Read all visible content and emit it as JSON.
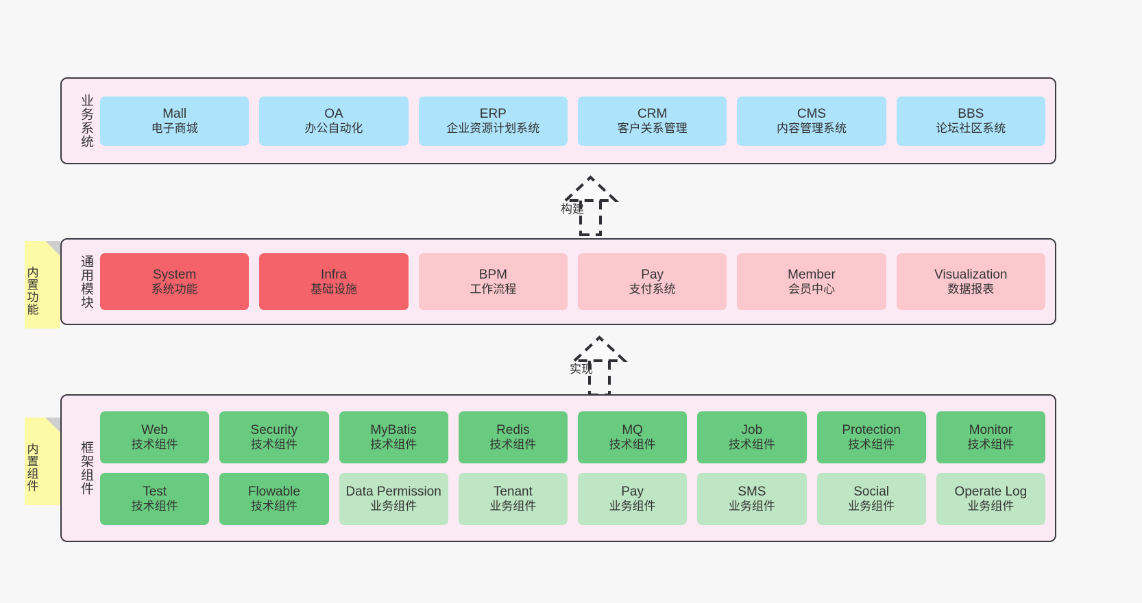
{
  "layers": {
    "business": {
      "title": "业务系统",
      "cells": [
        {
          "en": "Mall",
          "cn": "电子商城"
        },
        {
          "en": "OA",
          "cn": "办公自动化"
        },
        {
          "en": "ERP",
          "cn": "企业资源计划系统"
        },
        {
          "en": "CRM",
          "cn": "客户关系管理"
        },
        {
          "en": "CMS",
          "cn": "内容管理系统"
        },
        {
          "en": "BBS",
          "cn": "论坛社区系统"
        }
      ]
    },
    "modules": {
      "title": "通用模块",
      "sticky": "内置功能",
      "cells": [
        {
          "en": "System",
          "cn": "系统功能"
        },
        {
          "en": "Infra",
          "cn": "基础设施"
        },
        {
          "en": "BPM",
          "cn": "工作流程"
        },
        {
          "en": "Pay",
          "cn": "支付系统"
        },
        {
          "en": "Member",
          "cn": "会员中心"
        },
        {
          "en": "Visualization",
          "cn": "数据报表"
        }
      ]
    },
    "framework": {
      "title": "框架组件",
      "sticky": "内置组件",
      "row1": [
        {
          "en": "Web",
          "cn": "技术组件"
        },
        {
          "en": "Security",
          "cn": "技术组件"
        },
        {
          "en": "MyBatis",
          "cn": "技术组件"
        },
        {
          "en": "Redis",
          "cn": "技术组件"
        },
        {
          "en": "MQ",
          "cn": "技术组件"
        },
        {
          "en": "Job",
          "cn": "技术组件"
        },
        {
          "en": "Protection",
          "cn": "技术组件"
        },
        {
          "en": "Monitor",
          "cn": "技术组件"
        }
      ],
      "row2": [
        {
          "en": "Test",
          "cn": "技术组件"
        },
        {
          "en": "Flowable",
          "cn": "技术组件"
        },
        {
          "en": "Data Permission",
          "cn": "业务组件"
        },
        {
          "en": "Tenant",
          "cn": "业务组件"
        },
        {
          "en": "Pay",
          "cn": "业务组件"
        },
        {
          "en": "SMS",
          "cn": "业务组件"
        },
        {
          "en": "Social",
          "cn": "业务组件"
        },
        {
          "en": "Operate Log",
          "cn": "业务组件"
        }
      ]
    }
  },
  "connectors": [
    {
      "label": "构建"
    },
    {
      "label": "实现"
    }
  ],
  "colors": {
    "background": "#f7f7f7",
    "layer_fill": "#fbeaf4",
    "layer_border": "#3c3c44",
    "business_cell": "#ade3fb",
    "module_primary": "#f4626a",
    "module_secondary": "#fbc8ce",
    "tech_component": "#69cb7f",
    "business_component": "#bfe6c4",
    "sticky_note": "#fcfaa4",
    "sticky_fold": "#cfcfcf",
    "text": "#333333"
  }
}
